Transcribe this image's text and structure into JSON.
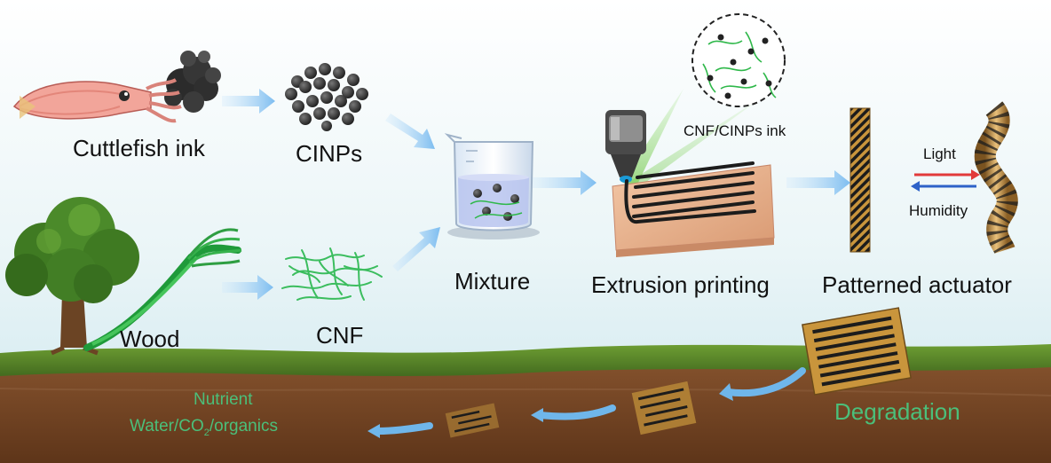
{
  "labels": {
    "cuttlefish_ink": "Cuttlefish ink",
    "cinps": "CINPs",
    "wood": "Wood",
    "cnf": "CNF",
    "mixture": "Mixture",
    "cnf_cinps_ink": "CNF/CINPs ink",
    "extrusion_printing": "Extrusion printing",
    "patterned_actuator": "Patterned actuator",
    "light": "Light",
    "humidity": "Humidity",
    "degradation": "Degradation",
    "nutrient": "Nutrient",
    "products_prefix": "Water/CO",
    "products_subscript": "2",
    "products_suffix": "/organics"
  },
  "colors": {
    "sky_top": "#ffffff",
    "sky_bottom": "#cfe8ee",
    "grass": "#5e8d2c",
    "soil": "#7a4a2a",
    "arrow_blue": "#8cc8f0",
    "arrow_red": "#e23a3a",
    "arrow_dark_blue": "#2e62c8",
    "label_green": "#4bbf7a",
    "fiber_green": "#2fb84a",
    "actuator_gold": "#c9953c",
    "stripe_dark": "#1c1c1c",
    "plate": "#e9b28f"
  }
}
